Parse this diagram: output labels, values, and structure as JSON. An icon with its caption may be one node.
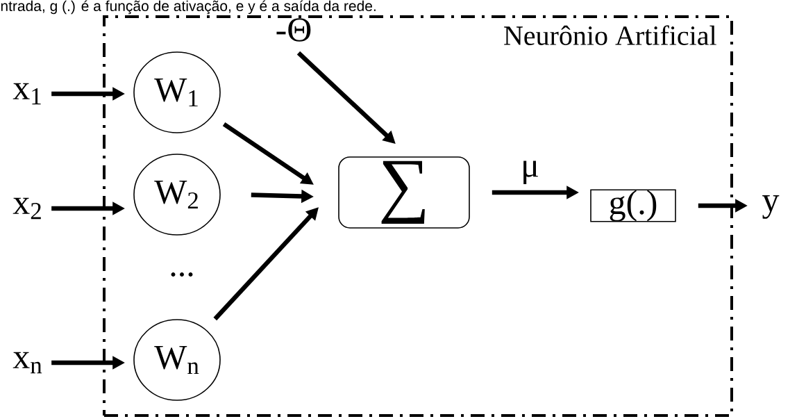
{
  "diagram": {
    "nodes": [
      {
        "text": [
          "Neurônio Artificial"
        ]
      },
      {
        "text": [
          "x$_{1}$"
        ]
      },
      {
        "text": [
          "x$_{2}$"
        ]
      },
      {
        "text": [
          "x$_{n}$"
        ]
      },
      {
        "text": [
          "W$_{1}$"
        ],
        "in": 0
      },
      {
        "text": [
          "W$_{2}$"
        ],
        "in": 0
      },
      {
        "text": [
          "W$_{n}$"
        ],
        "in": 0
      },
      {
        "text": [
          "-Θ"
        ],
        "in": 0
      },
      {
        "text": [
          "∑"
        ],
        "in": 0
      },
      {
        "text": [
          "g(.)"
        ],
        "in": 0
      },
      {
        "text": [
          "y"
        ]
      }
    ],
    "edges": [
      {
        "from": 1,
        "to": 4,
        "arrow": "to"
      },
      {
        "from": 2,
        "to": 5,
        "arrow": "to"
      },
      {
        "from": 3,
        "to": 6,
        "arrow": "to"
      },
      {
        "from": 4,
        "to": 8,
        "arrow": "to"
      },
      {
        "from": 5,
        "to": 8,
        "arrow": "to"
      },
      {
        "from": 6,
        "to": 8,
        "arrow": "to"
      },
      {
        "from": 7,
        "to": 8,
        "arrow": "to"
      },
      {
        "from": 8,
        "to": 9,
        "arrow": "to",
        "label": "μ"
      },
      {
        "from": 9,
        "to": 10,
        "arrow": "to"
      }
    ],
    "labels": [
      "ntrada, g (.) é a função de ativação, e y é a saída da rede.",
      "..."
    ]
  }
}
